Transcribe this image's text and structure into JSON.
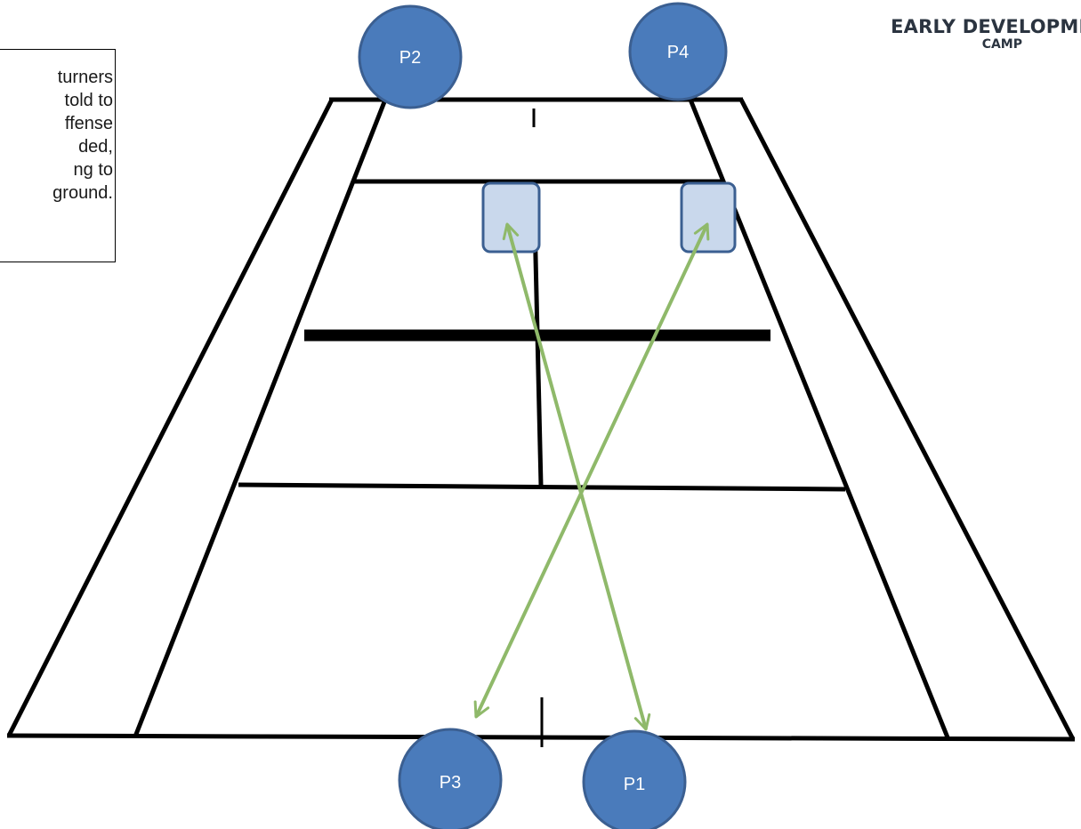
{
  "logo": {
    "title": "EARLY DEVELOPME",
    "subtitle": "CAMP"
  },
  "note": {
    "lines": [
      "turners",
      "told to",
      "ffense",
      "ded,",
      "ng to",
      "ground."
    ]
  },
  "players": [
    {
      "label": "P2"
    },
    {
      "label": "P4"
    },
    {
      "label": "P3"
    },
    {
      "label": "P1"
    }
  ],
  "colors": {
    "player_fill": "#4a7bbb",
    "player_stroke": "#3b5f91",
    "target_fill": "#c9d8ec",
    "target_stroke": "#3b5f91",
    "arrow": "#8fb96a",
    "court_lines": "#000000"
  }
}
